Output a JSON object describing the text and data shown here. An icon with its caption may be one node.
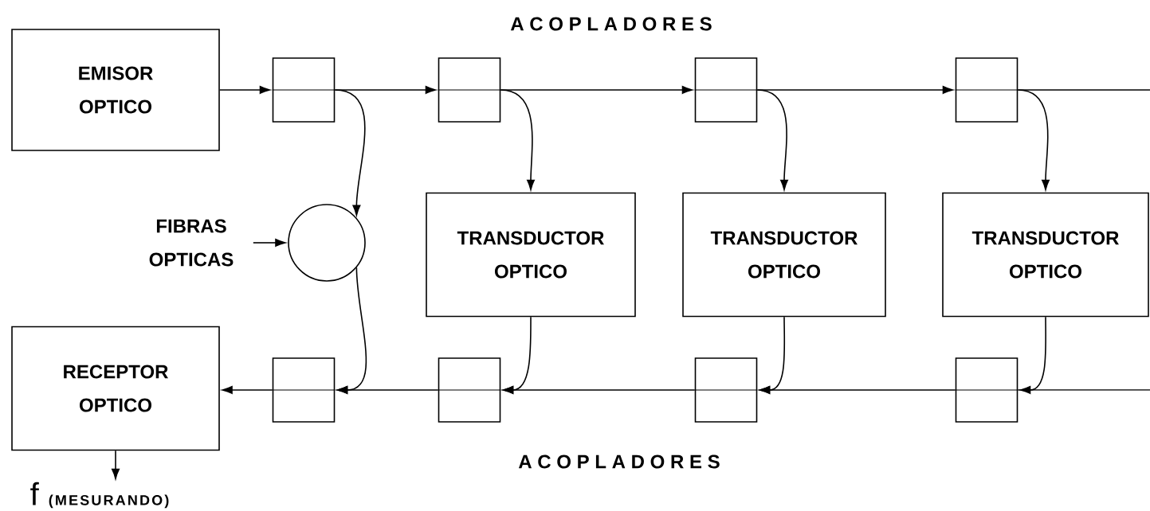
{
  "diagram": {
    "nodes": [
      {
        "text": [
          "EMISOR OPTICO"
        ]
      },
      {
        "text": [],
        "shape": "box"
      },
      {
        "text": [],
        "shape": "box"
      },
      {
        "text": [],
        "shape": "box"
      },
      {
        "text": [],
        "shape": "box"
      },
      {
        "text": [
          "FIBRAS OPTICAS"
        ]
      },
      {
        "text": [],
        "shape": "circle"
      },
      {
        "text": [
          "TRANSDUCTOR OPTICO"
        ]
      },
      {
        "text": [
          "TRANSDUCTOR OPTICO"
        ]
      },
      {
        "text": [
          "TRANSDUCTOR OPTICO"
        ]
      },
      {
        "text": [
          "RECEPTOR OPTICO"
        ]
      },
      {
        "text": [],
        "shape": "box"
      },
      {
        "text": [],
        "shape": "box"
      },
      {
        "text": [],
        "shape": "box"
      },
      {
        "text": [],
        "shape": "box"
      },
      {
        "text": [
          "f",
          "(MESURANDO)"
        ]
      }
    ],
    "edges": [
      {
        "from": 0,
        "to": 1,
        "arrow": "to"
      },
      {
        "from": 1,
        "to": 2,
        "arrow": "to"
      },
      {
        "from": 2,
        "to": 3,
        "arrow": "to"
      },
      {
        "from": 3,
        "to": 4,
        "arrow": "to"
      },
      {
        "from": 4,
        "to": null,
        "arrow": "none"
      },
      {
        "from": 1,
        "to": 6,
        "arrow": "to"
      },
      {
        "from": 5,
        "to": 6,
        "arrow": "to"
      },
      {
        "from": 6,
        "to": 11,
        "arrow": "to"
      },
      {
        "from": 2,
        "to": 7,
        "arrow": "to"
      },
      {
        "from": 3,
        "to": 8,
        "arrow": "to"
      },
      {
        "from": 4,
        "to": 9,
        "arrow": "to"
      },
      {
        "from": 7,
        "to": 12,
        "arrow": "to"
      },
      {
        "from": 8,
        "to": 13,
        "arrow": "to"
      },
      {
        "from": 9,
        "to": 14,
        "arrow": "to"
      },
      {
        "from": null,
        "to": 14,
        "arrow": "none"
      },
      {
        "from": 14,
        "to": 13,
        "arrow": "to"
      },
      {
        "from": 13,
        "to": 12,
        "arrow": "to"
      },
      {
        "from": 12,
        "to": 11,
        "arrow": "to"
      },
      {
        "from": 11,
        "to": 10,
        "arrow": "to"
      },
      {
        "from": 10,
        "to": 15,
        "arrow": "to"
      }
    ],
    "labels": [
      "A C O P L A D O R E S",
      "A C O P L A D O R E S"
    ]
  }
}
